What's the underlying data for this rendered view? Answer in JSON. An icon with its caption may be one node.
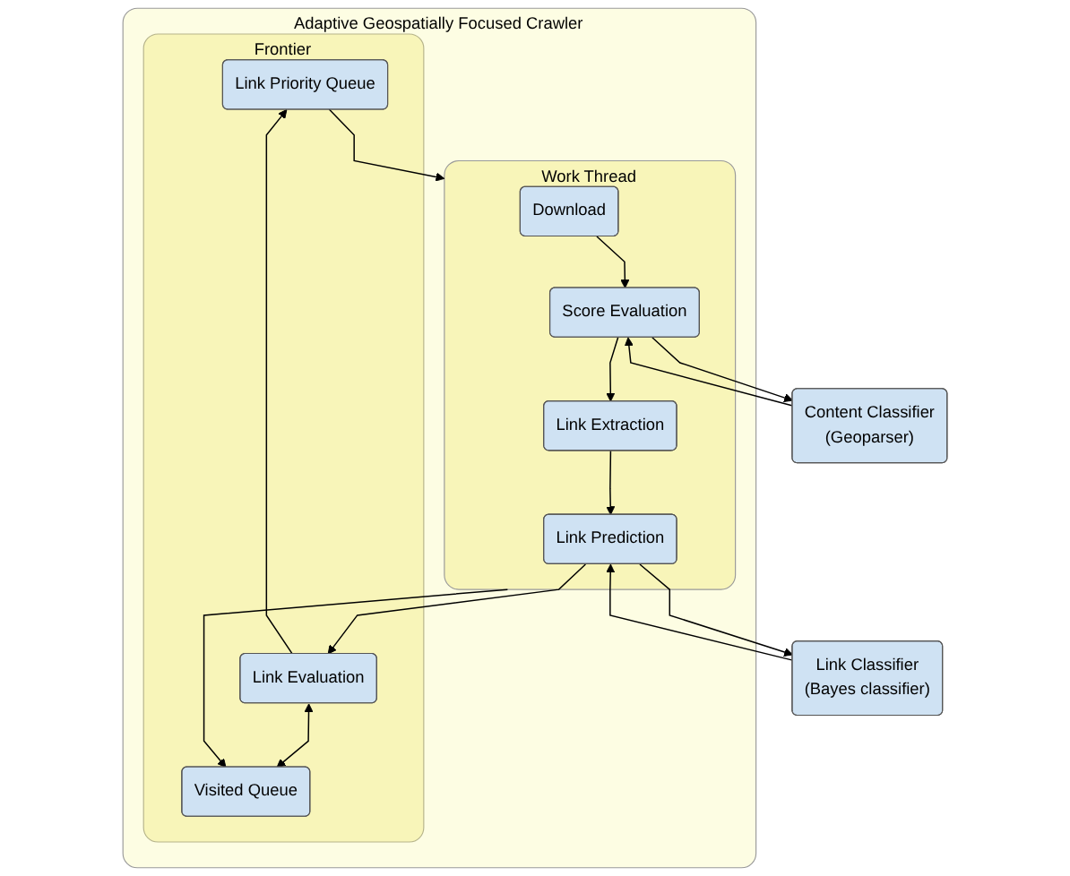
{
  "diagram": {
    "nodes": [
      {
        "text": [
          "Adaptive Geospatially Focused Crawler"
        ]
      },
      {
        "text": [
          "Frontier"
        ],
        "in": 0
      },
      {
        "text": [
          "Link Priority Queue"
        ],
        "in": 1
      },
      {
        "text": [
          "Link Evaluation"
        ],
        "in": 1
      },
      {
        "text": [
          "Visited Queue"
        ],
        "in": 1
      },
      {
        "text": [
          "Work Thread"
        ],
        "in": 0
      },
      {
        "text": [
          "Download"
        ],
        "in": 5
      },
      {
        "text": [
          "Score Evaluation"
        ],
        "in": 5
      },
      {
        "text": [
          "Link Extraction"
        ],
        "in": 5
      },
      {
        "text": [
          "Link Prediction"
        ],
        "in": 5
      },
      {
        "text": [
          "Content Classifier",
          "(Geoparser)"
        ]
      },
      {
        "text": [
          "Link Classifier",
          "(Bayes classifier)"
        ]
      }
    ],
    "edges": [
      {
        "from": 2,
        "to": 5,
        "arrow": "to"
      },
      {
        "from": 3,
        "to": 2,
        "arrow": "to"
      },
      {
        "from": 3,
        "to": 4,
        "arrow": "both"
      },
      {
        "from": 6,
        "to": 7,
        "arrow": "to"
      },
      {
        "from": 7,
        "to": 8,
        "arrow": "to"
      },
      {
        "from": 8,
        "to": 9,
        "arrow": "to"
      },
      {
        "from": 7,
        "to": 10,
        "arrow": "to"
      },
      {
        "from": 10,
        "to": 7,
        "arrow": "to"
      },
      {
        "from": 9,
        "to": 11,
        "arrow": "to"
      },
      {
        "from": 11,
        "to": 9,
        "arrow": "to"
      },
      {
        "from": 9,
        "to": 3,
        "arrow": "to"
      },
      {
        "from": 5,
        "to": 4,
        "arrow": "to"
      }
    ]
  }
}
